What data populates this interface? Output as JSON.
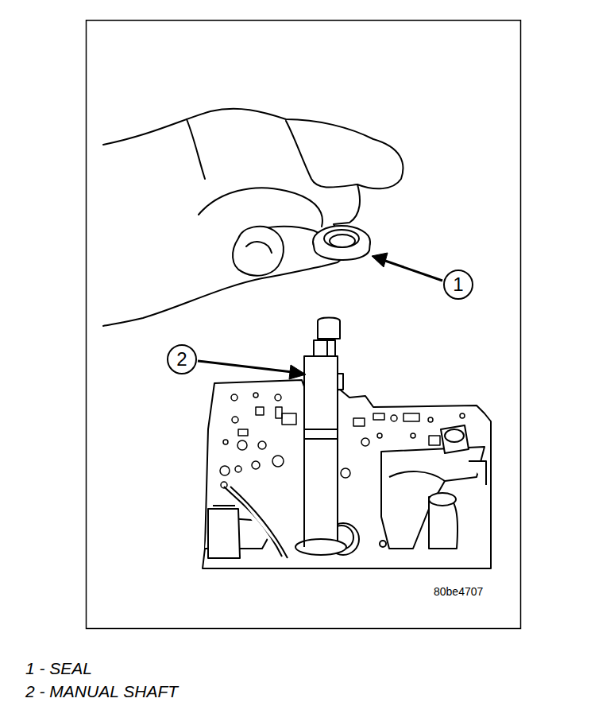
{
  "diagram": {
    "nodes": [
      {
        "text": [
          "1"
        ]
      },
      {
        "text": [
          "2"
        ]
      }
    ],
    "labels": [
      "1 - SEAL",
      "2 - MANUAL SHAFT",
      "80be4707"
    ]
  }
}
